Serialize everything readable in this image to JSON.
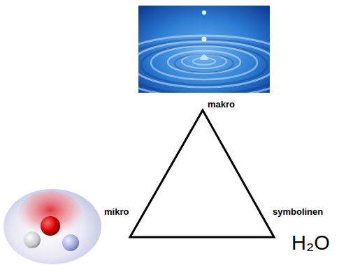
{
  "diagram": {
    "labels": [
      "makro",
      "mikro",
      "symbolinen",
      "H₂O"
    ]
  }
}
